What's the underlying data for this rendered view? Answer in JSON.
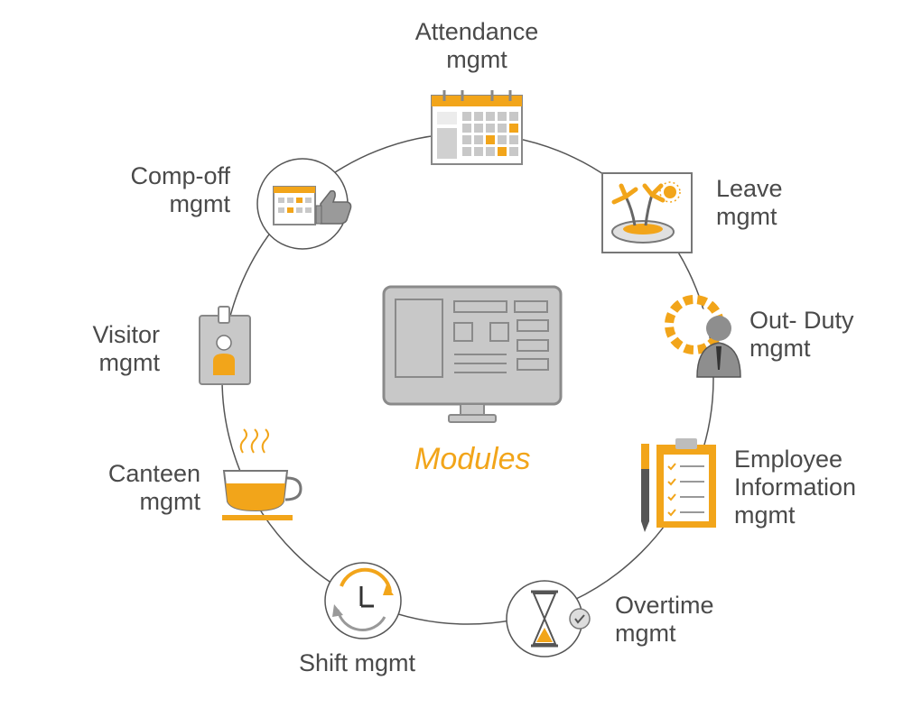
{
  "center": {
    "title": "Modules",
    "icon": "monitor-icon"
  },
  "colors": {
    "accent": "#f2a51a",
    "gray": "#c8c8c8",
    "text": "#4a4a4a",
    "line": "#555555"
  },
  "modules": [
    {
      "key": "attendance",
      "line1": "Attendance",
      "line2": "mgmt",
      "icon": "calendar-icon"
    },
    {
      "key": "leave",
      "line1": "Leave",
      "line2": "mgmt",
      "icon": "island-icon"
    },
    {
      "key": "out-duty",
      "line1": "Out- Duty",
      "line2": "mgmt",
      "icon": "gear-person-icon"
    },
    {
      "key": "employee-info",
      "line1": "Employee",
      "line2": "Information",
      "line3": "mgmt",
      "icon": "clipboard-icon"
    },
    {
      "key": "overtime",
      "line1": "Overtime",
      "line2": "mgmt",
      "icon": "hourglass-icon"
    },
    {
      "key": "shift",
      "line1": "Shift mgmt",
      "icon": "clock-icon"
    },
    {
      "key": "canteen",
      "line1": "Canteen",
      "line2": "mgmt",
      "icon": "cup-icon"
    },
    {
      "key": "visitor",
      "line1": "Visitor",
      "line2": "mgmt",
      "icon": "badge-icon"
    },
    {
      "key": "comp-off",
      "line1": "Comp-off",
      "line2": "mgmt",
      "icon": "calendar-thumb-icon"
    }
  ]
}
